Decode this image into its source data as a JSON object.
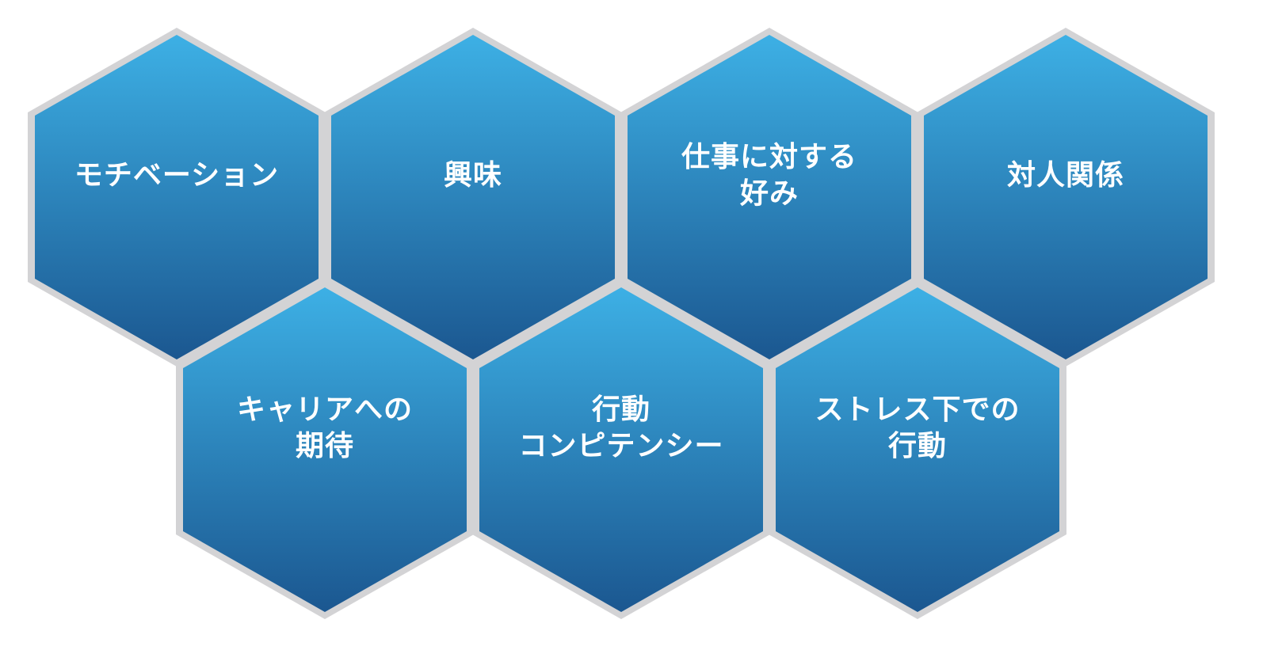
{
  "colors": {
    "hex_top": "#3db0e5",
    "hex_bottom": "#1b5790",
    "frame": "#d3d3d5",
    "label": "#ffffff"
  },
  "hexagons": [
    {
      "lines": [
        "モチベーション"
      ]
    },
    {
      "lines": [
        "興味"
      ]
    },
    {
      "lines": [
        "仕事に対する",
        "好み"
      ]
    },
    {
      "lines": [
        "対人関係"
      ]
    },
    {
      "lines": [
        "キャリアへの",
        "期待"
      ]
    },
    {
      "lines": [
        "行動",
        "コンピテンシー"
      ]
    },
    {
      "lines": [
        "ストレス下での",
        "行動"
      ]
    }
  ]
}
